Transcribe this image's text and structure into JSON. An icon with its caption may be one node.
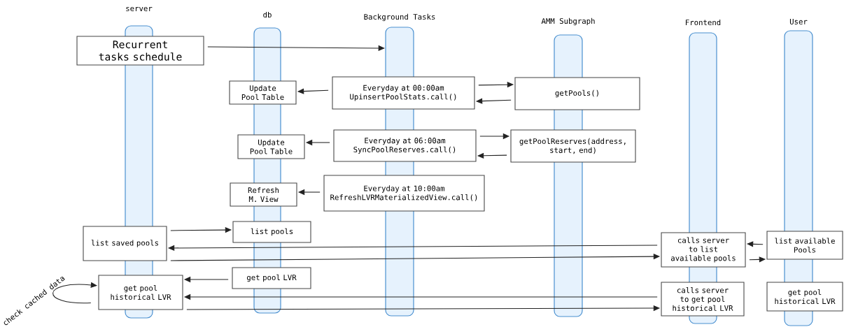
{
  "diagram": {
    "nodes": [
      {
        "text": [
          "Recurrent tasks schedule"
        ]
      },
      {
        "text": [
          "Update Pool Table"
        ]
      },
      {
        "text": [
          "Everyday at 00:00am UpinsertPoolStats.call()"
        ]
      },
      {
        "text": [
          "getPools()"
        ]
      },
      {
        "text": [
          "Update Pool Table"
        ]
      },
      {
        "text": [
          "Everyday at 06:00am SyncPoolReserves.call()"
        ]
      },
      {
        "text": [
          "getPoolReserves(address, start, end)"
        ]
      },
      {
        "text": [
          "Refresh M. View"
        ]
      },
      {
        "text": [
          "Everyday at 10:00am RefreshLVRMaterializedView.call()"
        ]
      },
      {
        "text": [
          "list saved pools"
        ]
      },
      {
        "text": [
          "list pools"
        ]
      },
      {
        "text": [
          "calls server to list available pools"
        ]
      },
      {
        "text": [
          "list available Pools"
        ]
      },
      {
        "text": [
          "get pool historical LVR"
        ]
      },
      {
        "text": [
          "get pool LVR"
        ]
      },
      {
        "text": [
          "calls server to get pool historical LVR"
        ]
      },
      {
        "text": [
          "get pool historical LVR"
        ]
      }
    ],
    "edges": [
      {
        "from": 0,
        "to": null,
        "arrow": "to"
      },
      {
        "from": 2,
        "to": 1,
        "arrow": "to"
      },
      {
        "from": 2,
        "to": 3,
        "arrow": "to"
      },
      {
        "from": 3,
        "to": 2,
        "arrow": "to"
      },
      {
        "from": 5,
        "to": 4,
        "arrow": "to"
      },
      {
        "from": 5,
        "to": 6,
        "arrow": "to"
      },
      {
        "from": 6,
        "to": 5,
        "arrow": "to"
      },
      {
        "from": 8,
        "to": 7,
        "arrow": "to"
      },
      {
        "from": 9,
        "to": 10,
        "arrow": "to"
      },
      {
        "from": 11,
        "to": 9,
        "arrow": "to"
      },
      {
        "from": 9,
        "to": 11,
        "arrow": "to"
      },
      {
        "from": 12,
        "to": 11,
        "arrow": "to"
      },
      {
        "from": 11,
        "to": 12,
        "arrow": "to"
      },
      {
        "from": 14,
        "to": 13,
        "arrow": "to"
      },
      {
        "from": 15,
        "to": 13,
        "arrow": "to"
      },
      {
        "from": 13,
        "to": 15,
        "arrow": "to"
      },
      {
        "from": 13,
        "to": 13,
        "arrow": "to",
        "label": "check cached data"
      }
    ],
    "labels": [
      "server",
      "db",
      "Background Tasks",
      "AMM Subgraph",
      "Frontend",
      "User"
    ]
  }
}
